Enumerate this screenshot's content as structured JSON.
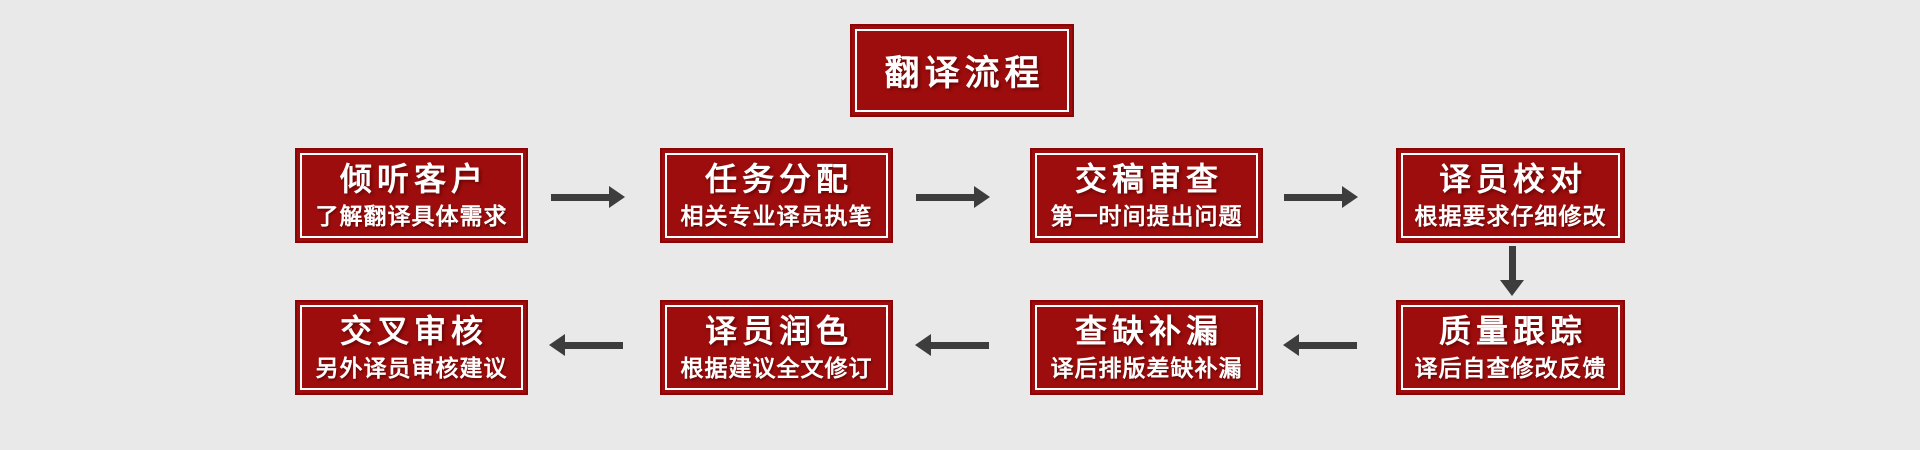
{
  "page": {
    "background_color": "#e9e9e9",
    "box_fill_color": "#9e0d0d",
    "box_border_color": "#8a0606",
    "box_inner_border_color": "#ffffff",
    "arrow_color": "#3d3d3d",
    "text_color": "#ffffff"
  },
  "title": {
    "label": "翻译流程"
  },
  "flow": {
    "row1": [
      {
        "title": "倾听客户",
        "subtitle": "了解翻译具体需求"
      },
      {
        "title": "任务分配",
        "subtitle": "相关专业译员执笔"
      },
      {
        "title": "交稿审查",
        "subtitle": "第一时间提出问题"
      },
      {
        "title": "译员校对",
        "subtitle": "根据要求仔细修改"
      }
    ],
    "row2": [
      {
        "title": "交叉审核",
        "subtitle": "另外译员审核建议"
      },
      {
        "title": "译员润色",
        "subtitle": "根据建议全文修订"
      },
      {
        "title": "查缺补漏",
        "subtitle": "译后排版差缺补漏"
      },
      {
        "title": "质量跟踪",
        "subtitle": "译后自查修改反馈"
      }
    ]
  }
}
